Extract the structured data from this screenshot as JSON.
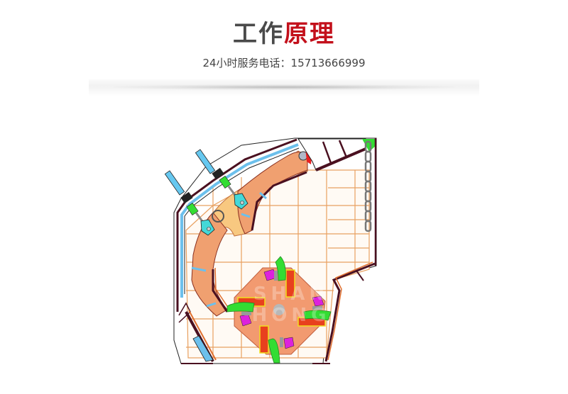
{
  "header": {
    "title_part1": "工作",
    "title_part2": "原理",
    "subtitle": "24小时服务电话：15713666999"
  },
  "diagram": {
    "name": "impact-crusher-working-principle",
    "components": [
      "rotor",
      "blow-bars",
      "impact-plate-front",
      "impact-plate-rear",
      "adjustment-rods",
      "feed-chain-curtain",
      "liner-plates",
      "housing"
    ],
    "watermark": "SHAN HONG"
  },
  "colors": {
    "title_dark": "#4a4a4a",
    "title_red": "#c3101b",
    "grid": "#e8a060",
    "impact_plate": "#f0a070",
    "impact_plate_light": "#f8c880",
    "rotor": "#f29a70",
    "blow_bar": "#e8401e",
    "hammer_green": "#33dd33",
    "hammer_magenta": "#dd22dd",
    "rod_blue": "#66c8f0",
    "liner_blue": "#6cc0ec",
    "dark_frame": "#4a1020",
    "chain": "#888888"
  }
}
